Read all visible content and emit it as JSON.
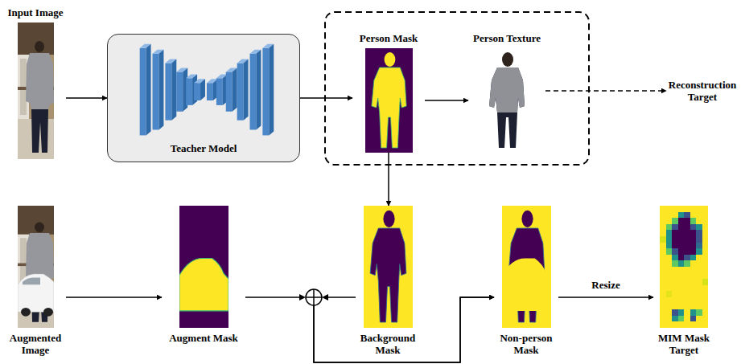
{
  "diagram": {
    "nodes": [
      {
        "text": [
          "Input Image"
        ]
      },
      {
        "text": [
          "Teacher Model"
        ]
      },
      {
        "text": [
          "Person Mask"
        ]
      },
      {
        "text": [
          "Person Texture"
        ]
      },
      {
        "text": [
          "Reconstruction Target"
        ]
      },
      {
        "text": [
          "Augmented Image"
        ]
      },
      {
        "text": [
          "Augment Mask"
        ]
      },
      {
        "text": [
          "Background Mask"
        ]
      },
      {
        "text": [
          "Non-person Mask"
        ]
      },
      {
        "text": [
          "MIM Mask Target"
        ]
      }
    ],
    "edges": [
      {
        "from": 0,
        "to": 1,
        "arrow": "to"
      },
      {
        "from": 1,
        "to": 2,
        "arrow": "to"
      },
      {
        "from": 2,
        "to": 3,
        "arrow": "to"
      },
      {
        "from": 3,
        "to": 4,
        "arrow": "to"
      },
      {
        "from": 2,
        "to": 7,
        "arrow": "to"
      },
      {
        "from": 5,
        "to": 6,
        "arrow": "to"
      },
      {
        "from": 6,
        "to": 8,
        "arrow": "to"
      },
      {
        "from": 7,
        "to": 8,
        "arrow": "to"
      },
      {
        "from": 8,
        "to": 9,
        "label": "Resize",
        "arrow": "to"
      }
    ]
  }
}
